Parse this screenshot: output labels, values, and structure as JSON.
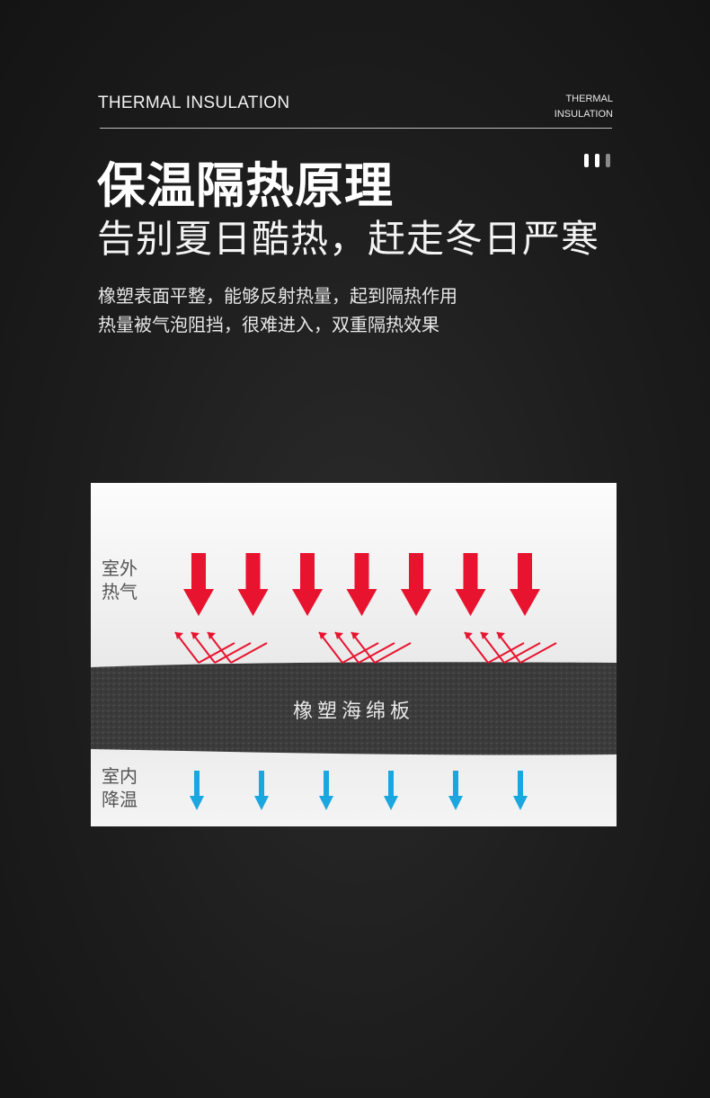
{
  "header": {
    "en_title": "THERMAL INSULATION",
    "en_small_line1": "THERMAL",
    "en_small_line2": "INSULATION"
  },
  "title": "保温隔热原理",
  "subtitle": "告别夏日酷热，赶走冬日严寒",
  "description": [
    "橡塑表面平整，能够反射热量，起到隔热作用",
    "热量被气泡阻挡，很难进入，双重隔热效果"
  ],
  "diagram": {
    "outdoor_label_line1": "室外",
    "outdoor_label_line2": "热气",
    "board_label": "橡塑海绵板",
    "indoor_label_line1": "室内",
    "indoor_label_line2": "降温",
    "hot_arrow_count": 7,
    "reflection_group_count": 3,
    "cool_arrow_count": 6,
    "colors": {
      "hot_arrow": "#e8132f",
      "cool_arrow": "#1aa7e0",
      "board": "#3c3c3c"
    }
  },
  "pagination": {
    "total": 3,
    "active": 2
  }
}
